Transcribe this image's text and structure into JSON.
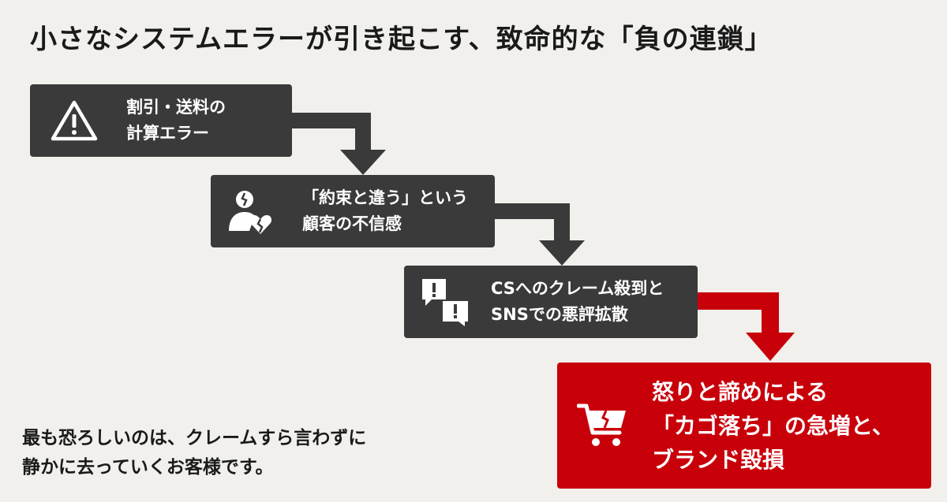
{
  "title": "小さなシステムエラーが引き起こす、致命的な「負の連鎖」",
  "steps": [
    {
      "icon": "warning-icon",
      "lines": [
        "割引・送料の",
        "計算エラー"
      ]
    },
    {
      "icon": "broken-heart-user-icon",
      "lines": [
        "「約束と違う」という",
        "顧客の不信感"
      ]
    },
    {
      "icon": "alert-chat-bubbles-icon",
      "lines": [
        "CSへのクレーム殺到と",
        "SNSでの悪評拡散"
      ]
    },
    {
      "icon": "broken-cart-icon",
      "lines": [
        "怒りと諦めによる",
        "「カゴ落ち」の急増と、",
        "ブランド毀損"
      ]
    }
  ],
  "note": {
    "lines": [
      "最も恐ろしいのは、クレームすら言わずに",
      "静かに去っていくお客様です。"
    ]
  },
  "colors": {
    "background": "#f1f0ec",
    "box": "#3a3a3a",
    "accent": "#c8000a",
    "text_dark": "#1a1a1a"
  }
}
